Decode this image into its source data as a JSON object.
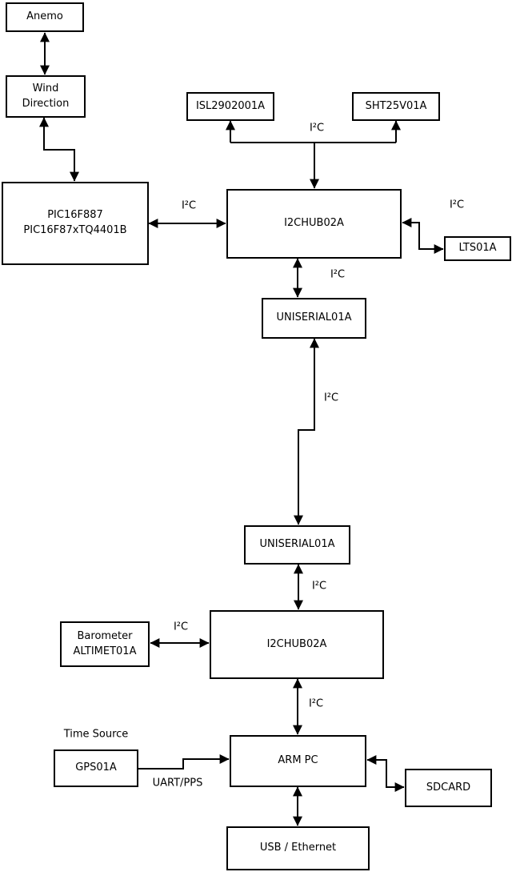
{
  "diagram": {
    "nodes": {
      "anemo": {
        "label": "Anemo"
      },
      "wind_direction": {
        "line1": "Wind",
        "line2": "Direction"
      },
      "pic": {
        "line1": "PIC16F887",
        "line2": "PIC16F87xTQ4401B"
      },
      "isl": {
        "label": "ISL2902001A"
      },
      "sht": {
        "label": "SHT25V01A"
      },
      "hub1": {
        "label": "I2CHUB02A"
      },
      "lts": {
        "label": "LTS01A"
      },
      "uniserial1": {
        "label": "UNISERIAL01A"
      },
      "uniserial2": {
        "label": "UNISERIAL01A"
      },
      "barometer": {
        "line1": "Barometer",
        "line2": "ALTIMET01A"
      },
      "hub2": {
        "label": "I2CHUB02A"
      },
      "gps": {
        "label": "GPS01A"
      },
      "arm_pc": {
        "label": "ARM PC"
      },
      "sdcard": {
        "label": "SDCARD"
      },
      "usb_ethernet": {
        "label": "USB / Ethernet"
      }
    },
    "labels": {
      "i2c": "I²C",
      "uart_pps": "UART/PPS",
      "time_source": "Time Source"
    },
    "colors": {
      "line": "#000000",
      "box_fill": "#ffffff",
      "background": "#ffffff"
    }
  }
}
